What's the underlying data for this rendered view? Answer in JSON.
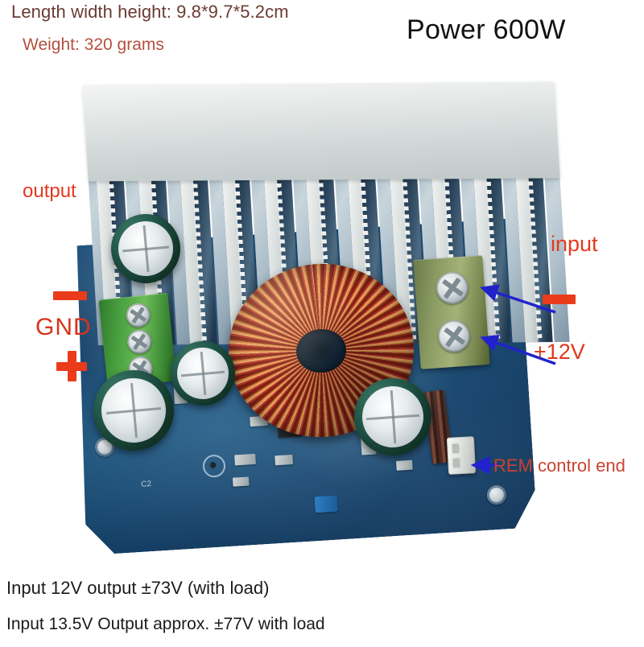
{
  "captions": {
    "dimensions": "Length width height: 9.8*9.7*5.2cm",
    "weight": "Weight: 320 grams",
    "power": "Power 600W",
    "spec_line_1": "Input 12V output ±73V (with load)",
    "spec_line_2": "Input 13.5V Output approx. ±77V with load"
  },
  "annotations": {
    "output_label": "output",
    "gnd_label": "GND",
    "gnd_minus": "−",
    "gnd_plus": "+",
    "input_label": "input",
    "input_minus": "−",
    "input_plus": "+12V",
    "rem_label": "REM control end"
  },
  "colors": {
    "dimensions_text": "#6b3b33",
    "weight_text": "#b4503f",
    "power_text": "#111111",
    "spec_text": "#1b1b1b",
    "annotation_red": "#e23a1e",
    "gnd_red": "#d8331c",
    "rem_red": "#c9422f",
    "arrow_blue": "#2222cc",
    "pcb_blue": "#17436b",
    "heatsink_silver": "#e4e8e7",
    "terminal_green": "#49a03f",
    "toroid_copper": "#c0392b",
    "background": "#ffffff"
  },
  "board": {
    "heatsink_fin_count": 11,
    "left_terminal_positions": 3,
    "right_terminal_positions": 2,
    "connector_type": "jst-2pin",
    "inductor_type": "toroid"
  }
}
